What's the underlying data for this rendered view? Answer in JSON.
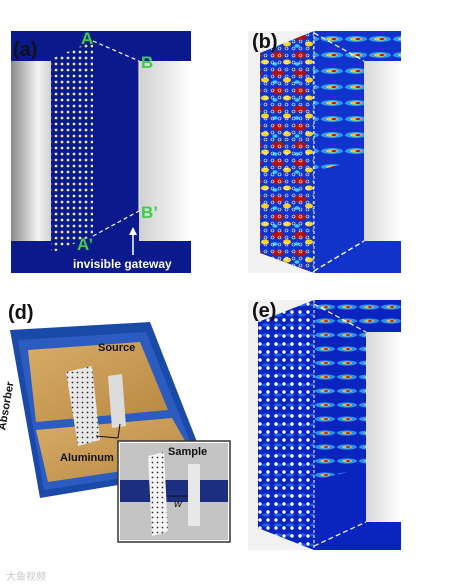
{
  "figure": {
    "panels": [
      {
        "id": "a",
        "label": "(a)"
      },
      {
        "id": "b",
        "label": "(b)"
      },
      {
        "id": "d",
        "label": "(d)"
      },
      {
        "id": "e",
        "label": "(e)"
      }
    ],
    "panel_a": {
      "point_A": "A",
      "point_B": "B",
      "point_B_prime": "B’",
      "point_A_prime": "A’",
      "caption": "invisible gateway"
    },
    "panel_d": {
      "source_label": "Source",
      "absorber_label": "Absorber",
      "aluminum_label": "Aluminum",
      "sample_label": "Sample",
      "width_label": "w"
    },
    "colors": {
      "navy": "#0a1a8c",
      "field_low": "#1033cc",
      "field_high": "#b01010",
      "point_label": "#3ecf4a",
      "wood": "#c89a58"
    },
    "watermark": "大鱼视频"
  }
}
